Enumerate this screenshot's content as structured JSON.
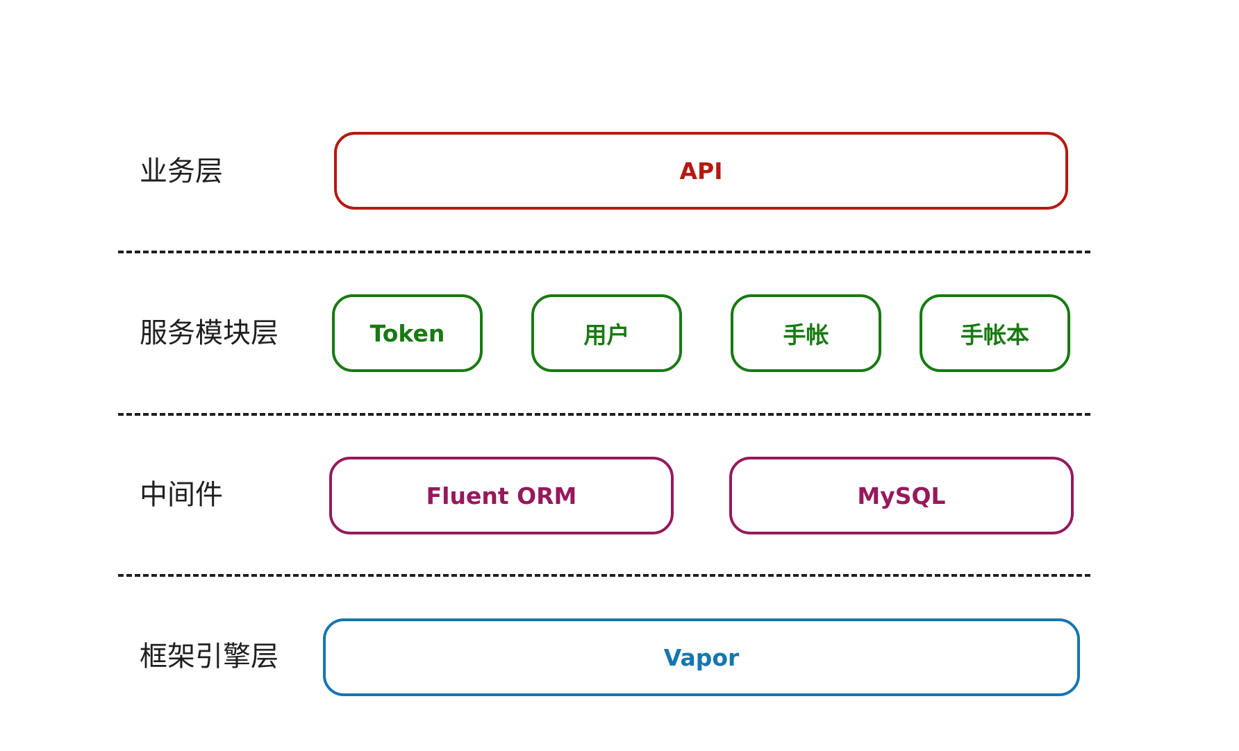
{
  "layers": {
    "business": {
      "label": "业务层",
      "boxes": [
        {
          "text": "API"
        }
      ]
    },
    "service": {
      "label": "服务模块层",
      "boxes": [
        {
          "text": "Token"
        },
        {
          "text": "用户"
        },
        {
          "text": "手帐"
        },
        {
          "text": "手帐本"
        }
      ]
    },
    "middleware": {
      "label": "中间件",
      "boxes": [
        {
          "text": "Fluent ORM"
        },
        {
          "text": "MySQL"
        }
      ]
    },
    "framework": {
      "label": "框架引擎层",
      "boxes": [
        {
          "text": "Vapor"
        }
      ]
    }
  },
  "colors": {
    "business": "#b5190f",
    "service": "#187a12",
    "middleware": "#96195c",
    "framework": "#1576b0",
    "label": "#1f1f1f"
  }
}
